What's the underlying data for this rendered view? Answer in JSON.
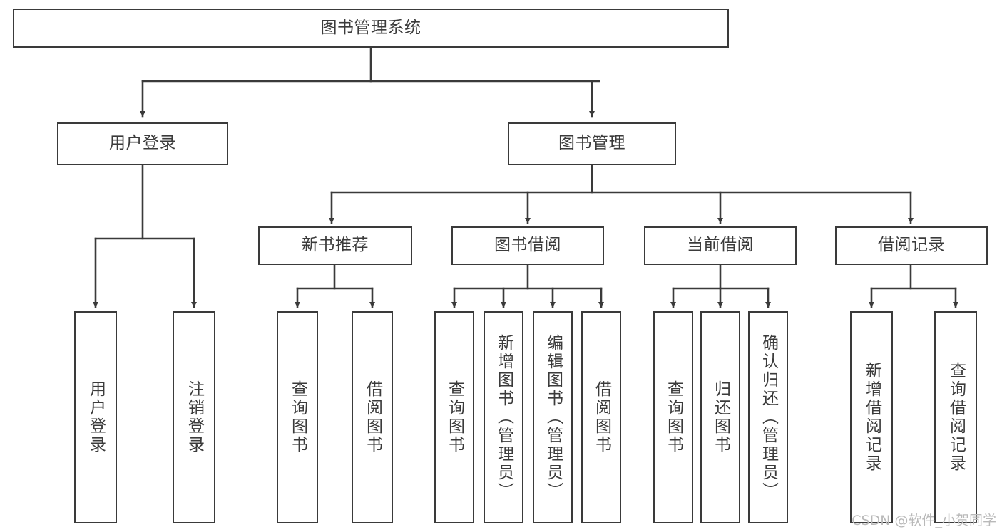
{
  "diagram": {
    "type": "tree-hierarchy",
    "title": "图书管理系统",
    "orientation": "top-down",
    "edge_style": "orthogonal-arrow",
    "colors": {
      "background": "#ffffff",
      "box_fill": "#ffffff",
      "box_border": "#3a3a3a",
      "text": "#3b3b3b",
      "edge": "#3a3a3a",
      "watermark": "#b9b9b9"
    },
    "root": {
      "id": "root",
      "label": "图书管理系统"
    },
    "level1": [
      {
        "id": "user-login",
        "label": "用户登录"
      },
      {
        "id": "book-manage",
        "label": "图书管理"
      }
    ],
    "level2": [
      {
        "id": "new-book-rec",
        "label": "新书推荐",
        "parent": "book-manage"
      },
      {
        "id": "book-borrow",
        "label": "图书借阅",
        "parent": "book-manage"
      },
      {
        "id": "current-borrow",
        "label": "当前借阅",
        "parent": "book-manage"
      },
      {
        "id": "borrow-record",
        "label": "借阅记录",
        "parent": "book-manage"
      }
    ],
    "leaves": {
      "user-login": [
        {
          "id": "leaf-user-login",
          "label": "用户登录"
        },
        {
          "id": "leaf-logout",
          "label": "注销登录"
        }
      ],
      "new-book-rec": [
        {
          "id": "leaf-query-book-1",
          "label": "查询图书"
        },
        {
          "id": "leaf-borrow-book-1",
          "label": "借阅图书"
        }
      ],
      "book-borrow": [
        {
          "id": "leaf-query-book-2",
          "label": "查询图书"
        },
        {
          "id": "leaf-add-book",
          "label": "新增图书（管理员）"
        },
        {
          "id": "leaf-edit-book",
          "label": "编辑图书（管理员）"
        },
        {
          "id": "leaf-borrow-book-2",
          "label": "借阅图书"
        }
      ],
      "current-borrow": [
        {
          "id": "leaf-query-book-3",
          "label": "查询图书"
        },
        {
          "id": "leaf-return-book",
          "label": "归还图书"
        },
        {
          "id": "leaf-confirm-return",
          "label": "确认归还（管理员）"
        }
      ],
      "borrow-record": [
        {
          "id": "leaf-add-record",
          "label": "新增借阅记录"
        },
        {
          "id": "leaf-query-record",
          "label": "查询借阅记录"
        }
      ]
    }
  },
  "watermark": {
    "text": "CSDN @软件_小贺同学"
  }
}
